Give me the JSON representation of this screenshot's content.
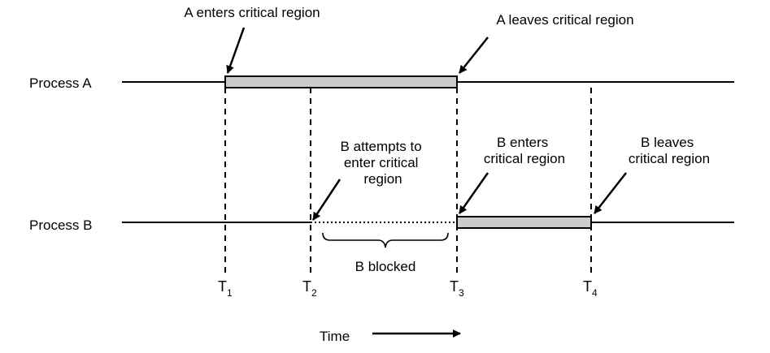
{
  "process_a": {
    "label": "Process A"
  },
  "process_b": {
    "label": "Process B"
  },
  "annotations": {
    "a_enters": "A enters critical region",
    "a_leaves": "A leaves critical region",
    "b_attempts": [
      "B attempts to",
      "enter critical",
      "region"
    ],
    "b_enters": [
      "B enters",
      "critical region"
    ],
    "b_leaves": [
      "B leaves",
      "critical region"
    ],
    "b_blocked": "B blocked"
  },
  "ticks": [
    {
      "main": "T",
      "sub": "1"
    },
    {
      "main": "T",
      "sub": "2"
    },
    {
      "main": "T",
      "sub": "3"
    },
    {
      "main": "T",
      "sub": "4"
    }
  ],
  "time_axis": {
    "label": "Time"
  },
  "colors": {
    "region_fill": "#cccccc",
    "line": "#000000",
    "background": "#ffffff"
  }
}
